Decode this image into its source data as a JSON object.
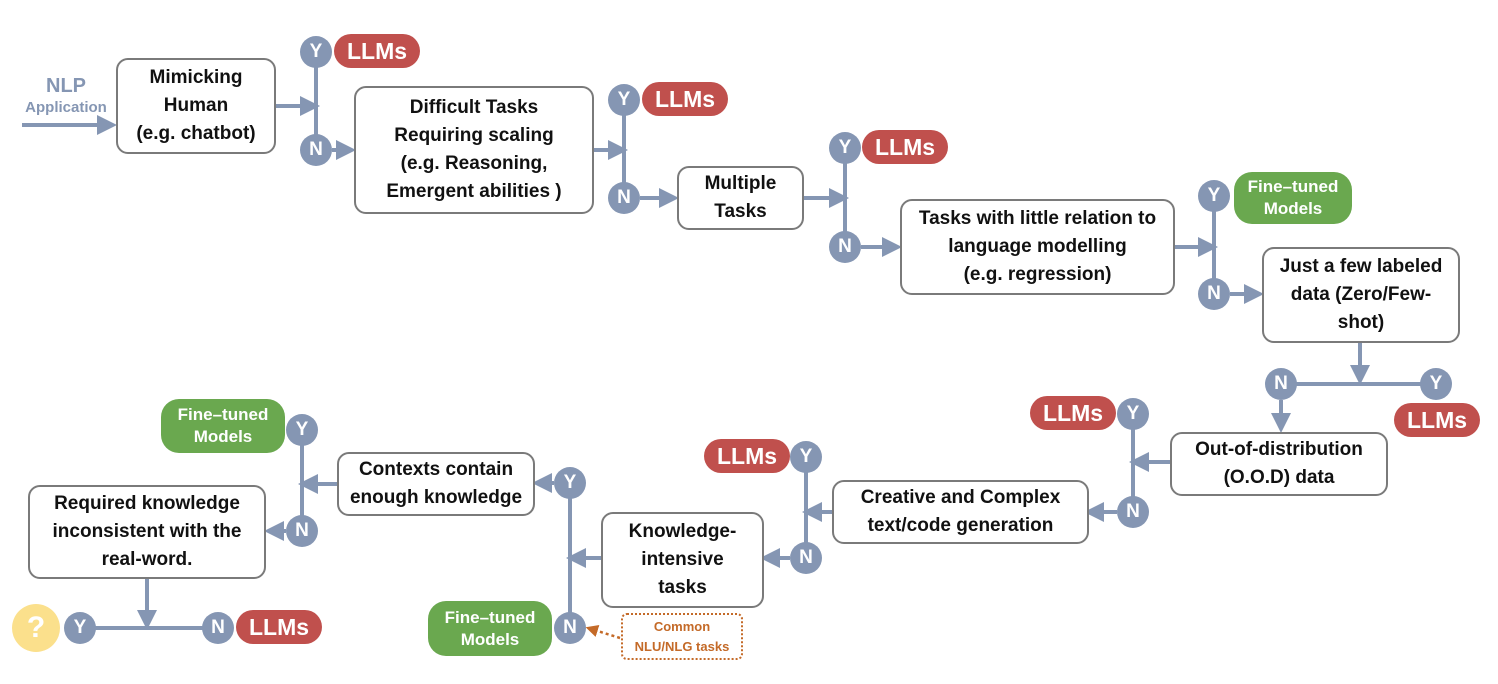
{
  "start": {
    "title": "NLP",
    "subtitle": "Application"
  },
  "nodes": {
    "mimicking": "Mimicking\nHuman\n(e.g. chatbot)",
    "difficult": "Difficult Tasks\nRequiring  scaling\n(e.g. Reasoning,\nEmergent abilities )",
    "multiple": "Multiple\nTasks",
    "little_relation": "Tasks with little relation to\nlanguage modelling\n(e.g. regression)",
    "few_labeled": "Just a few labeled\ndata (Zero/Few-\nshot)",
    "ood": "Out-of-distribution\n(O.O.D) data",
    "creative": "Creative and Complex\ntext/code generation",
    "knowledge": "Knowledge-\nintensive\ntasks",
    "contexts": "Contexts contain\nenough knowledge",
    "required": "Required knowledge\ninconsistent with the\nreal-word."
  },
  "labels": {
    "yes": "Y",
    "no": "N",
    "llms": "LLMs",
    "fine_tuned": "Fine–tuned\nModels",
    "unknown": "?",
    "note": "Common\nNLU/NLG tasks"
  },
  "colors": {
    "connector": "#8596b3",
    "llms": "#c0504d",
    "fine_tuned": "#6aa84f",
    "note": "#c46a28",
    "unknown": "#fbe08c"
  }
}
